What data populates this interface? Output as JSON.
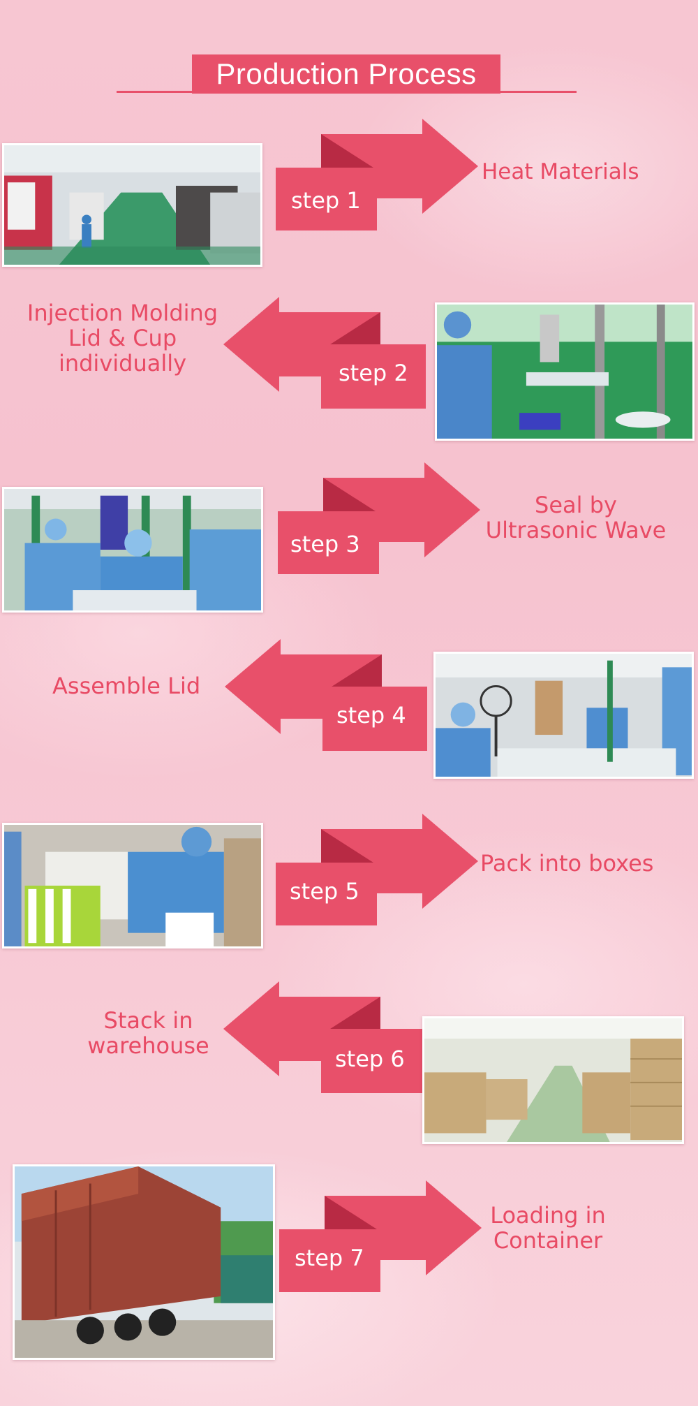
{
  "page": {
    "title": "Production Process"
  },
  "colors": {
    "accent": "#e8506a",
    "text": "#e84a64",
    "background": "#f7c6d2"
  },
  "steps": [
    {
      "label": "step 1",
      "desc": [
        "Heat Materials"
      ],
      "photo": "injection molding machines factory floor"
    },
    {
      "label": "step 2",
      "desc": [
        "Injection Molding",
        "Lid & Cup",
        "individually"
      ],
      "photo": "worker at molding press"
    },
    {
      "label": "step 3",
      "desc": [
        "Seal by",
        "Ultrasonic Wave"
      ],
      "photo": "workers at ultrasonic sealing line"
    },
    {
      "label": "step 4",
      "desc": [
        "Assemble Lid"
      ],
      "photo": "workers assembling lids"
    },
    {
      "label": "step 5",
      "desc": [
        "Pack into boxes"
      ],
      "photo": "worker packing boxes"
    },
    {
      "label": "step 6",
      "desc": [
        "Stack in",
        "warehouse"
      ],
      "photo": "warehouse with stacked cartons"
    },
    {
      "label": "step 7",
      "desc": [
        "Loading in",
        "Container"
      ],
      "photo": "shipping container truck"
    }
  ]
}
